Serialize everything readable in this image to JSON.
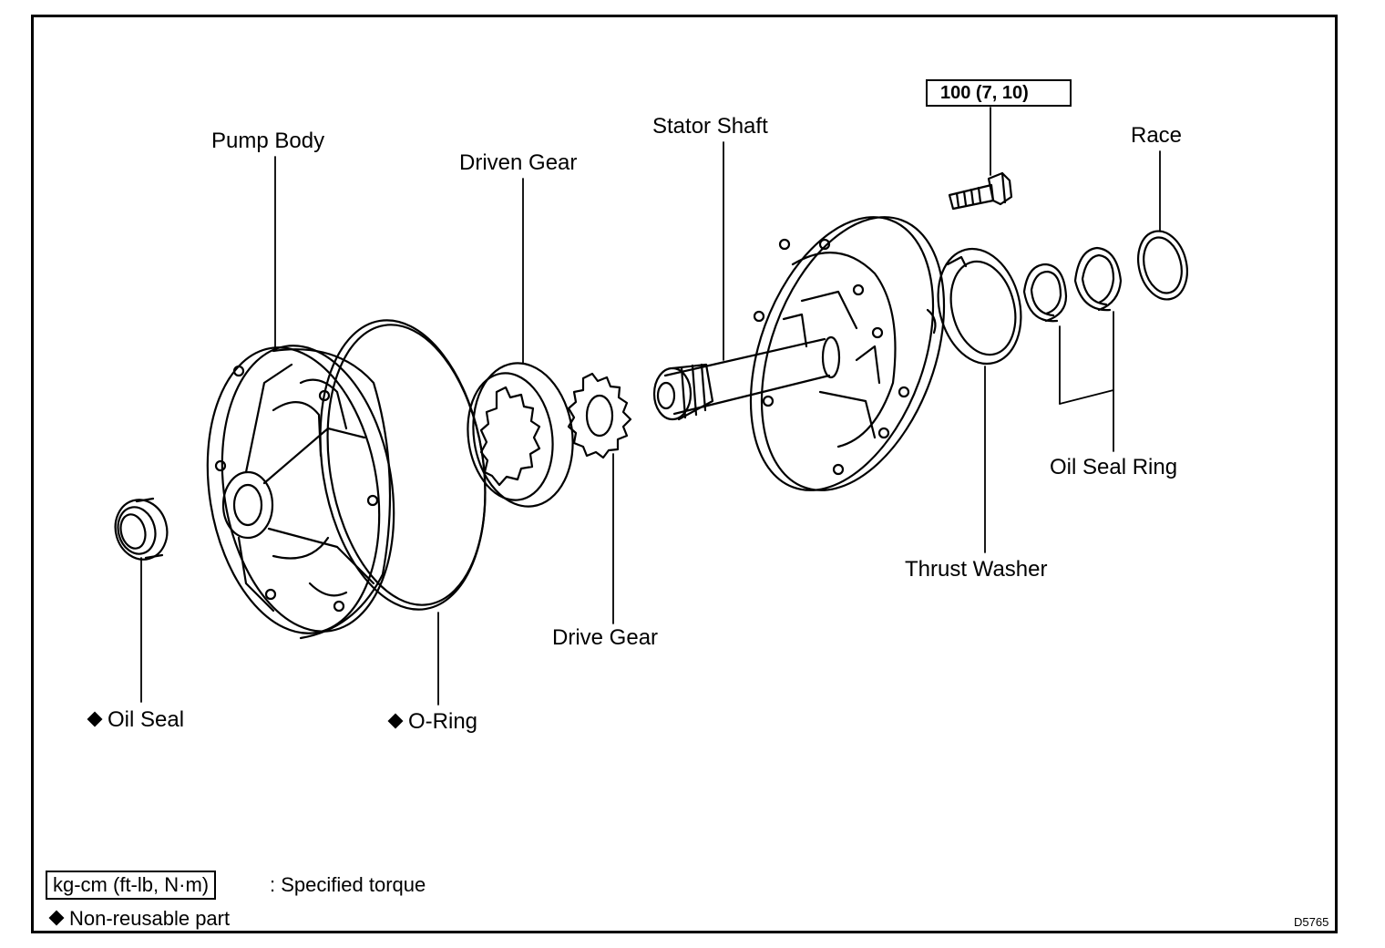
{
  "labels": {
    "pump_body": "Pump Body",
    "driven_gear": "Driven Gear",
    "stator_shaft": "Stator Shaft",
    "race": "Race",
    "oil_seal_ring": "Oil Seal Ring",
    "thrust_washer": "Thrust Washer",
    "drive_gear": "Drive Gear",
    "oil_seal": "Oil Seal",
    "o_ring": "O-Ring"
  },
  "torque": {
    "bolt_spec": "100 (7, 10)"
  },
  "legend": {
    "torque_unit": "kg-cm (ft-lb, N·m)",
    "torque_desc": ": Specified torque",
    "non_reusable": "Non-reusable part"
  },
  "drawing_code": "D5765",
  "icons": {
    "non_reusable_marker": "diamond-icon"
  }
}
